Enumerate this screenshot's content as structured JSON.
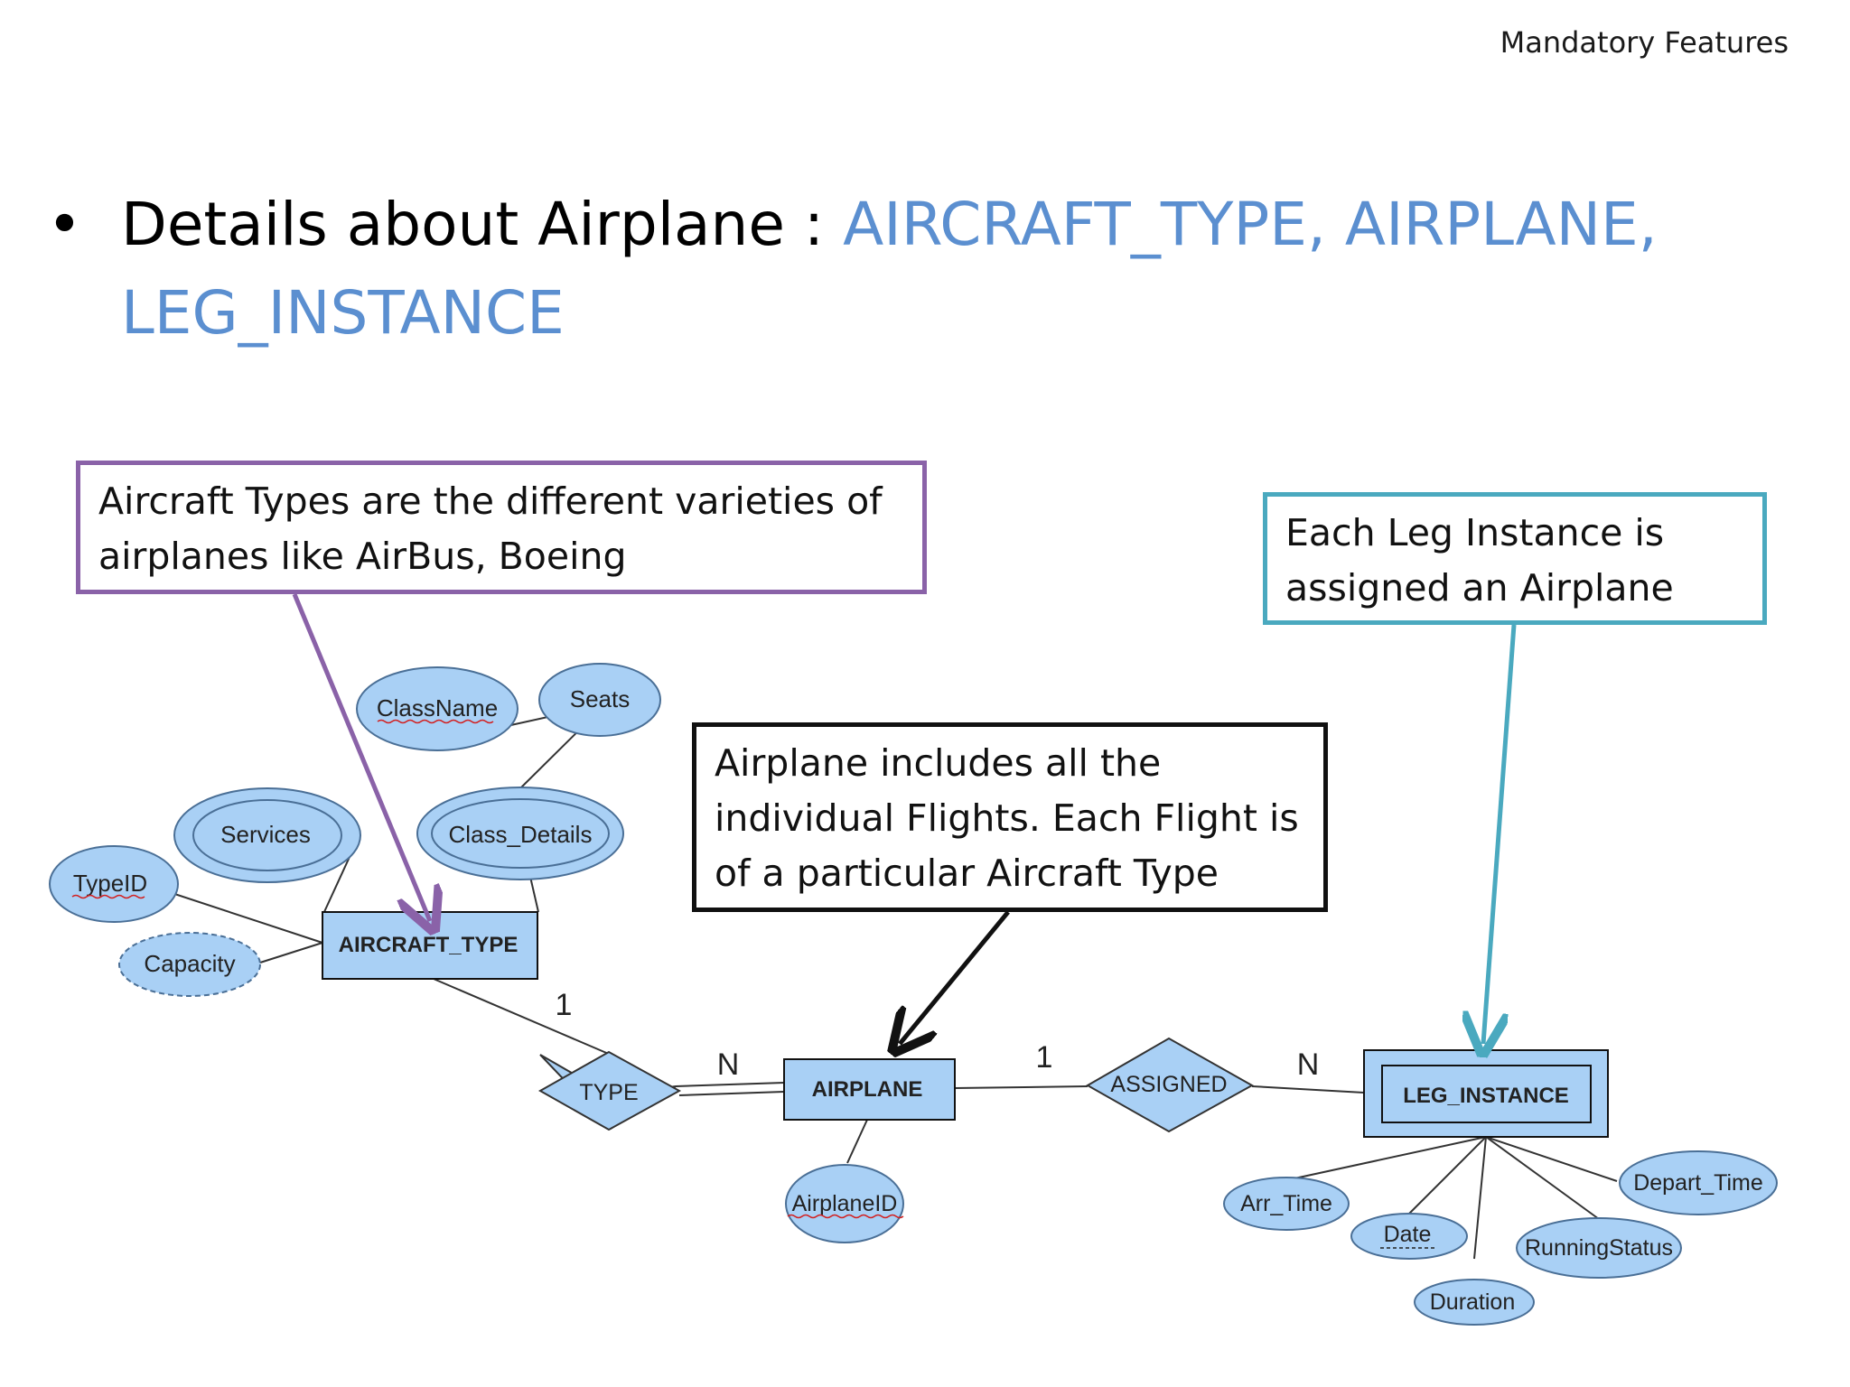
{
  "header": {
    "note": "Mandatory Features"
  },
  "bullet": {
    "symbol": "•",
    "prefix": "Details about Airplane : ",
    "entities": "AIRCRAFT_TYPE, AIRPLANE, LEG_INSTANCE",
    "accent_color": "#5b8fd0"
  },
  "callouts": {
    "aircraft_type": "Aircraft Types are the different varieties of airplanes like AirBus, Boeing",
    "leg_instance": "Each Leg Instance is assigned an Airplane",
    "airplane": "Airplane includes all the individual Flights. Each Flight is of a particular Aircraft Type"
  },
  "er": {
    "entities": {
      "aircraft_type": "AIRCRAFT_TYPE",
      "airplane": "AIRPLANE",
      "leg_instance": "LEG_INSTANCE"
    },
    "relationships": {
      "type": "TYPE",
      "assigned": "ASSIGNED"
    },
    "attributes": {
      "class_name": "ClassName",
      "seats": "Seats",
      "services": "Services",
      "class_details": "Class_Details",
      "type_id": "TypeID",
      "capacity": "Capacity",
      "airplane_id": "AirplaneID",
      "arr_time": "Arr_Time",
      "date": "Date",
      "duration": "Duration",
      "running_status": "RunningStatus",
      "depart_time": "Depart_Time"
    },
    "cardinalities": {
      "aircraft_type_side": "1",
      "airplane_type_side": "N",
      "airplane_assigned_side": "1",
      "leg_instance_side": "N"
    }
  },
  "colors": {
    "shape_fill": "#a9d0f5",
    "shape_stroke": "#4a6f96",
    "callout_purple": "#8a62a8",
    "callout_teal": "#4aa9bf",
    "callout_black": "#111111",
    "key_underline": "#d22020"
  }
}
